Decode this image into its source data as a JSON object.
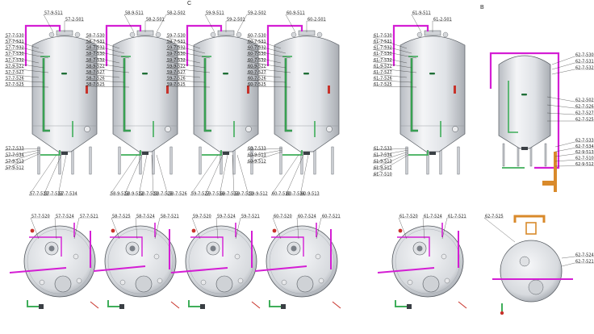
{
  "sections": [
    {
      "key": "C",
      "label": "C"
    },
    {
      "key": "B",
      "label": "B"
    }
  ],
  "colors": {
    "tank_body": "#e4e6e9",
    "tank_shade": "#b8bcc2",
    "tank_outline": "#555a60",
    "pipe_magenta": "#d41ed4",
    "pipe_green": "#3fae5a",
    "pipe_green_dark": "#1e6e36",
    "pipe_orange": "#d98a2b",
    "valve_red": "#c8322a",
    "leader": "#333333"
  },
  "tanks": [
    {
      "id": "57",
      "top_left": [
        "57-7-530",
        "57-7-531",
        "57-7-532",
        "57-7-530",
        "57-7-532",
        "57-9-522",
        "57-7-527",
        "57-7-526",
        "57-7-525"
      ],
      "top_head": [
        "57-9-511",
        "57-2-501"
      ],
      "bottom_left": [
        "57-7-533",
        "57-7-534",
        "57-9-513",
        "57-9-512"
      ],
      "bottom_row": [
        "57-7-510",
        "57-7-533",
        "57-7-534"
      ],
      "plan_labels": [
        "57-7-520",
        "57-7-524",
        "57-7-521"
      ]
    },
    {
      "id": "58",
      "top_left": [
        "58-7-530",
        "58-7-531",
        "58-7-532",
        "58-7-530",
        "58-7-532",
        "58-9-522",
        "58-7-527",
        "58-7-526",
        "58-7-525"
      ],
      "top_head": [
        "58-9-511",
        "58-2-501",
        "58-2-502"
      ],
      "bottom_row": [
        "58-9-513",
        "58-9-512",
        "58-7-510",
        "58-7-525",
        "58-7-526"
      ],
      "plan_labels": [
        "58-7-525",
        "58-7-524",
        "58-7-521"
      ]
    },
    {
      "id": "59",
      "top_left": [
        "59-7-530",
        "59-7-531",
        "59-7-532",
        "59-7-530",
        "59-7-532",
        "59-9-522",
        "59-7-527",
        "59-7-526",
        "59-7-525"
      ],
      "top_head": [
        "59-9-511",
        "59-2-501",
        "59-2-502"
      ],
      "bottom_row": [
        "59-7-527",
        "59-7-534",
        "59-7-533",
        "59-7-510",
        "59-9-512"
      ],
      "plan_labels": [
        "59-7-520",
        "59-7-524",
        "59-7-521"
      ]
    },
    {
      "id": "60",
      "top_left": [
        "60-7-530",
        "60-7-531",
        "60-7-532",
        "60-7-530",
        "60-7-532",
        "60-9-522",
        "60-7-527",
        "60-7-526",
        "60-7-525"
      ],
      "top_head": [
        "60-9-511",
        "60-2-501"
      ],
      "bottom_left": [
        "60-7-533",
        "60-9-513",
        "60-9-512"
      ],
      "bottom_row": [
        "60-7-510",
        "60-7-534",
        "60-9-513"
      ],
      "plan_labels": [
        "60-7-520",
        "60-7-524",
        "60-7-521"
      ]
    },
    {
      "id": "61",
      "top_head": [
        "61-9-511",
        "61-2-501"
      ],
      "top_left": [
        "61-7-530",
        "61-7-531",
        "61-7-532",
        "61-7-530",
        "61-7-532",
        "61-9-522",
        "61-7-527",
        "61-7-526",
        "61-7-525"
      ],
      "bottom_left": [
        "61-7-533",
        "61-7-534",
        "61-9-513",
        "61-9-512",
        "61-7-510"
      ],
      "plan_labels": [
        "61-7-520",
        "61-7-524",
        "61-7-521"
      ]
    },
    {
      "id": "62",
      "top_right": [
        "62-7-530",
        "62-7-531",
        "62-7-532"
      ],
      "mid_right": [
        "62-2-502",
        "62-7-526",
        "62-7-527",
        "62-7-525"
      ],
      "bottom_right": [
        "62-7-533",
        "62-7-534",
        "62-9-513",
        "62-7-510",
        "62-9-512"
      ],
      "plan_labels": [
        "62-7-525",
        "62-7-524",
        "62-7-521"
      ]
    }
  ]
}
